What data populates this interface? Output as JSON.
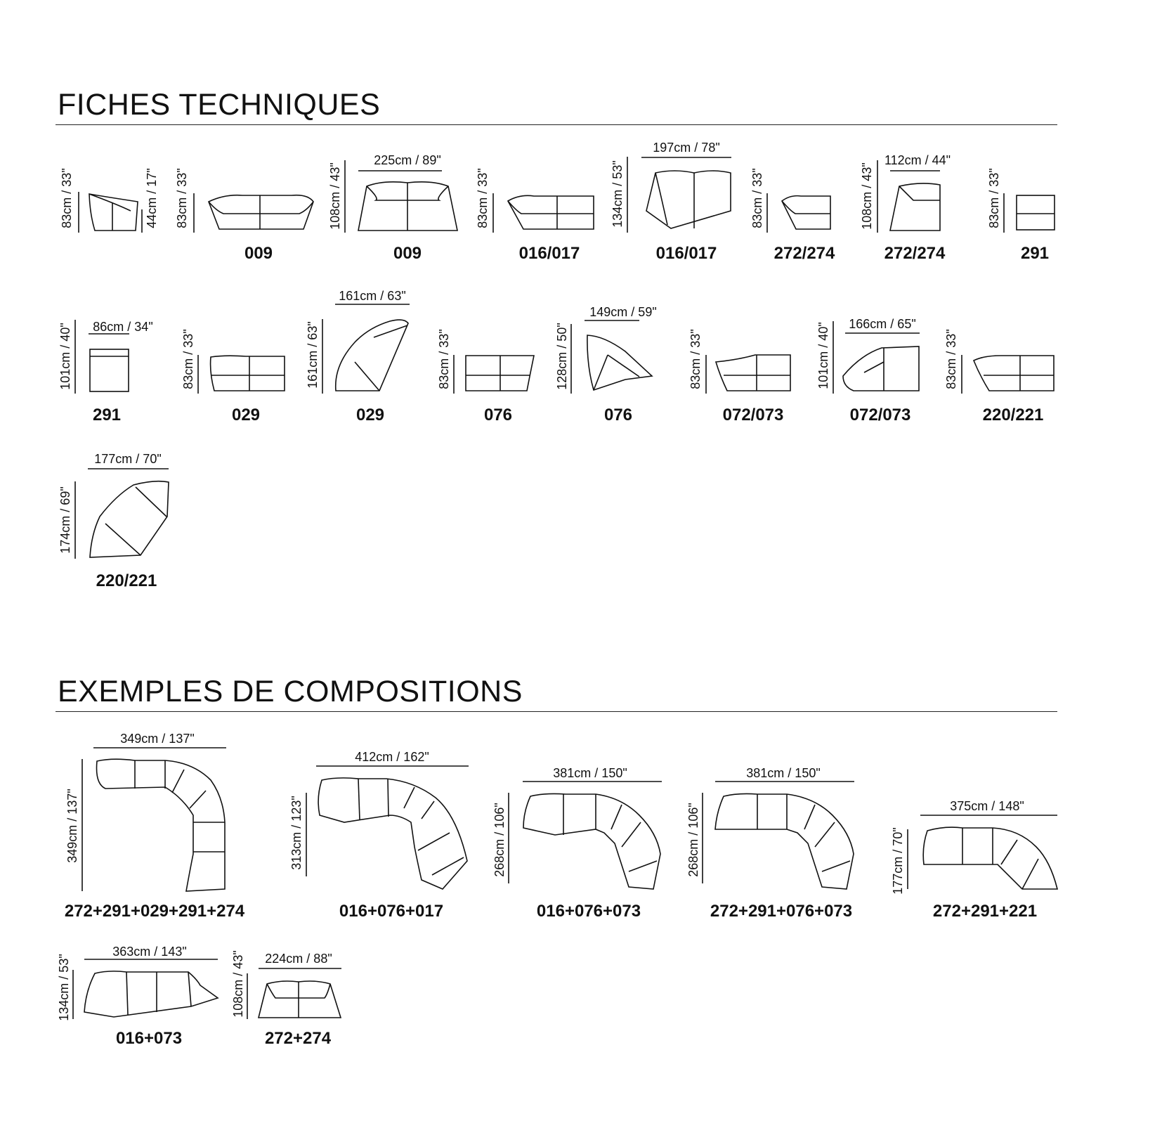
{
  "sections": {
    "technical": {
      "title": "FICHES TECHNIQUES"
    },
    "compositions": {
      "title": "EXEMPLES DE COMPOSITIONS"
    }
  },
  "technical_items": [
    {
      "code": "",
      "height": "83cm / 33\"",
      "height2": "44cm / 17\"",
      "width": ""
    },
    {
      "code": "009",
      "height": "83cm / 33\"",
      "width": ""
    },
    {
      "code": "009",
      "height": "108cm / 43\"",
      "width": "225cm / 89\""
    },
    {
      "code": "016/017",
      "height": "83cm / 33\"",
      "width": ""
    },
    {
      "code": "016/017",
      "height": "134cm / 53\"",
      "width": "197cm / 78\""
    },
    {
      "code": "272/274",
      "height": "83cm / 33\"",
      "width": ""
    },
    {
      "code": "272/274",
      "height": "108cm / 43\"",
      "width": "112cm / 44\""
    },
    {
      "code": "291",
      "height": "83cm / 33\"",
      "width": ""
    },
    {
      "code": "291",
      "height": "101cm / 40\"",
      "width": "86cm / 34\""
    },
    {
      "code": "029",
      "height": "83cm / 33\"",
      "width": ""
    },
    {
      "code": "029",
      "height": "161cm / 63\"",
      "width": "161cm / 63\""
    },
    {
      "code": "076",
      "height": "83cm / 33\"",
      "width": ""
    },
    {
      "code": "076",
      "height": "128cm / 50\"",
      "width": "149cm / 59\""
    },
    {
      "code": "072/073",
      "height": "83cm / 33\"",
      "width": ""
    },
    {
      "code": "072/073",
      "height": "101cm / 40\"",
      "width": "166cm / 65\""
    },
    {
      "code": "220/221",
      "height": "83cm / 33\"",
      "width": ""
    },
    {
      "code": "220/221",
      "height": "174cm / 69\"",
      "width": "177cm / 70\""
    }
  ],
  "compositions": [
    {
      "code": "272+291+029+291+274",
      "height": "349cm / 137\"",
      "width": "349cm / 137\""
    },
    {
      "code": "016+076+017",
      "height": "313cm / 123\"",
      "width": "412cm / 162\""
    },
    {
      "code": "016+076+073",
      "height": "268cm / 106\"",
      "width": "381cm / 150\""
    },
    {
      "code": "272+291+076+073",
      "height": "268cm / 106\"",
      "width": "381cm / 150\""
    },
    {
      "code": "272+291+221",
      "height": "177cm / 70\"",
      "width": "375cm / 148\""
    },
    {
      "code": "016+073",
      "height": "134cm / 53\"",
      "width": "363cm / 143\""
    },
    {
      "code": "272+274",
      "height": "108cm / 43\"",
      "width": "224cm / 88\""
    }
  ]
}
